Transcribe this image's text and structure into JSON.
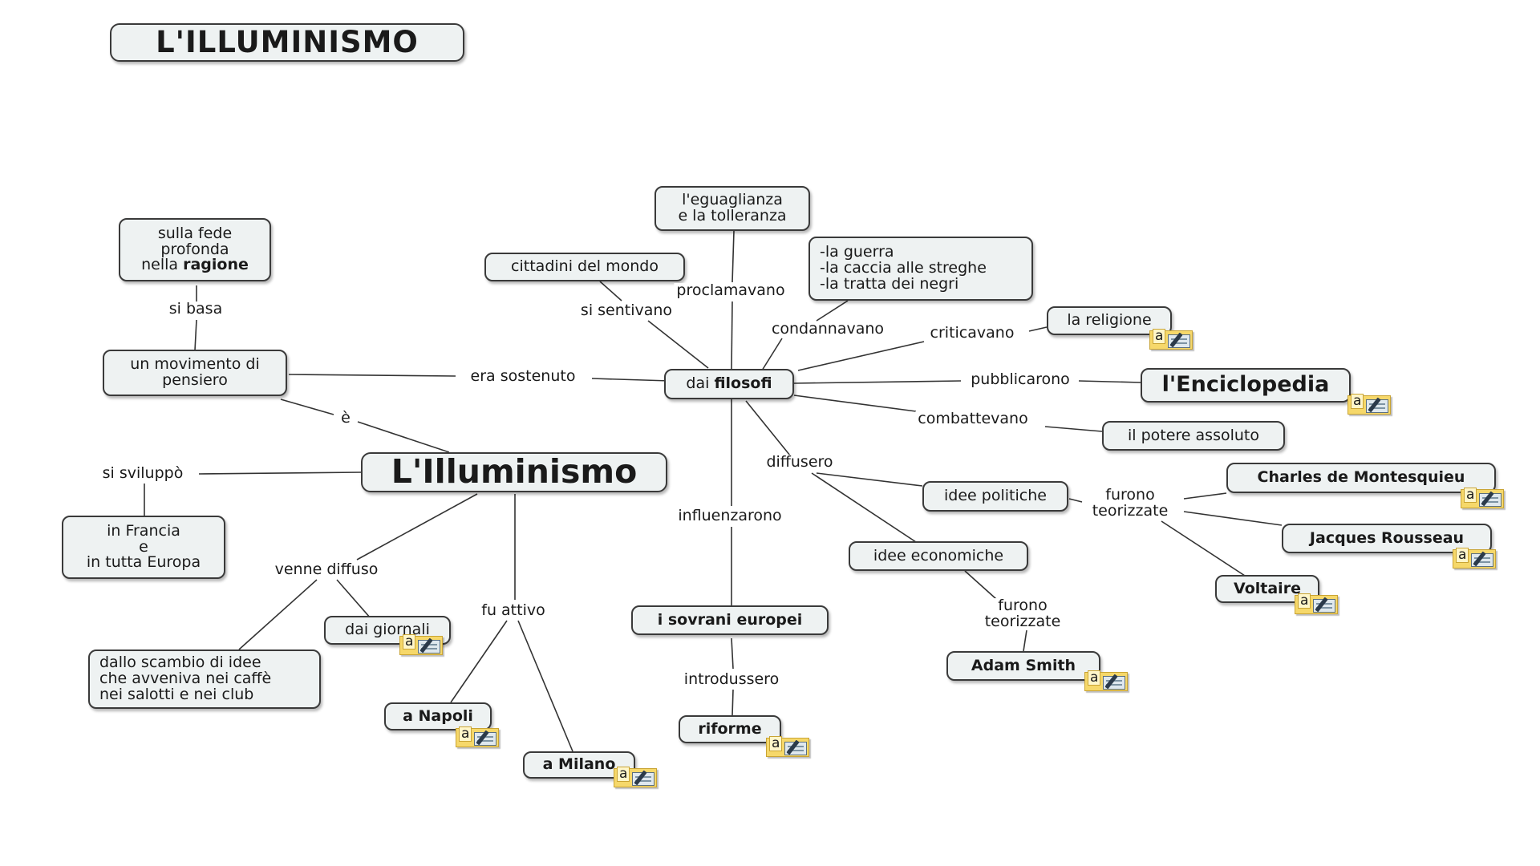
{
  "title": "L'ILLUMINISMO",
  "nodes": {
    "center": "L'Illuminismo",
    "movement": "un movimento di\npensiero",
    "faith_a": "sulla fede\nprofonda\nnella ",
    "faith_b": "ragione",
    "france": "in Francia\ne\nin tutta Europa",
    "exchange": "dallo scambio di idee\nche avveniva nei caffè\nnei salotti e nei club",
    "newspapers": "dai giornali",
    "naples": "a Napoli",
    "milan": "a Milano",
    "philosophers_a": "dai ",
    "philosophers_b": "filosofi",
    "equality": "l'eguaglianza\ne la tolleranza",
    "citizens": "cittadini del mondo",
    "condemned_list": "-la guerra\n-la caccia alle streghe\n-la tratta dei negri",
    "religion": "la religione",
    "encyclopedia": "l'Enciclopedia",
    "absolute_power": "il potere assoluto",
    "political_ideas": "idee politiche",
    "economic_ideas": "idee economiche",
    "montesquieu": "Charles de Montesquieu",
    "rousseau": "Jacques Rousseau",
    "voltaire": "Voltaire",
    "adam_smith": "Adam Smith",
    "sovereigns": "i sovrani europei",
    "reforms": "riforme"
  },
  "links": {
    "si_basa": "si basa",
    "era_sostenuto": "era sostenuto",
    "e": "è",
    "si_sviluppo": "si sviluppò",
    "venne_diffuso": "venne diffuso",
    "fu_attivo": "fu attivo",
    "proclamavano": "proclamavano",
    "si_sentivano": "si sentivano",
    "condannavano": "condannavano",
    "criticavano": "criticavano",
    "pubblicarono": "pubblicarono",
    "combattevano": "combattevano",
    "diffusero": "diffusero",
    "influenzarono": "influenzarono",
    "furono_teorizzate_1": "furono\nteorizzate",
    "furono_teorizzate_2": "furono\nteorizzate",
    "introdussero": "introdussero"
  },
  "note_icon": {
    "name": "note-attachment-icon",
    "letter": "a"
  },
  "colors": {
    "node_fill": "#eef2f2",
    "node_border": "#3a3a3a",
    "note_fill": "#f6d86a",
    "line": "#333333"
  }
}
